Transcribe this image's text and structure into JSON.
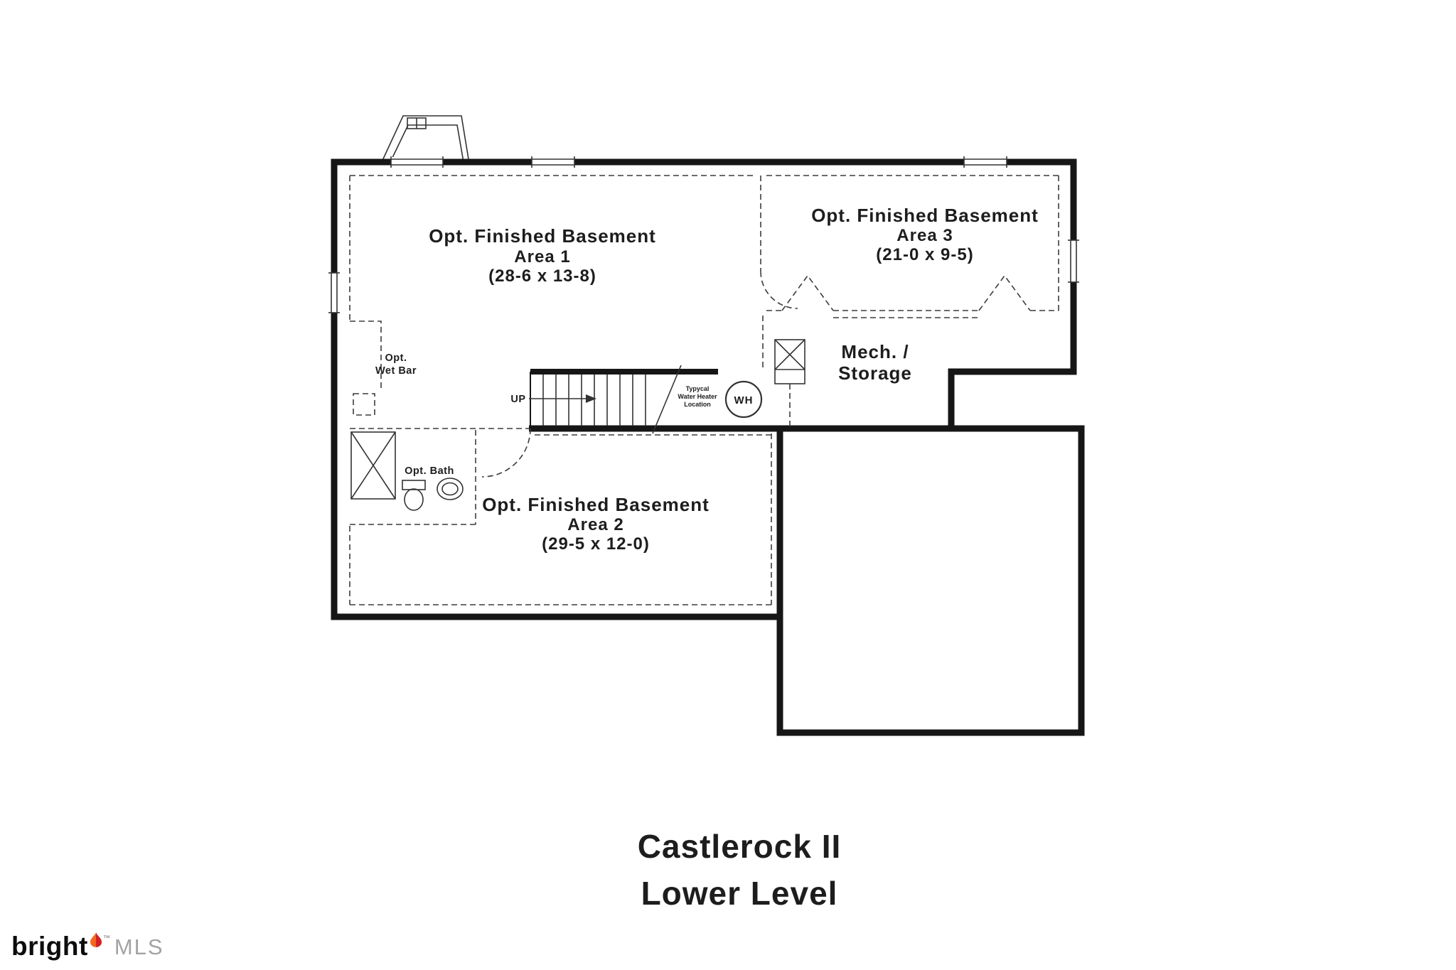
{
  "title": {
    "line1": "Castlerock II",
    "line2": "Lower Level"
  },
  "plan": {
    "area1": {
      "label": "Opt. Finished Basement",
      "name": "Area 1",
      "dims": "(28-6 x 13-8)"
    },
    "area2": {
      "label": "Opt. Finished Basement",
      "name": "Area 2",
      "dims": "(29-5 x 12-0)"
    },
    "area3": {
      "label": "Opt. Finished Basement",
      "name": "Area 3",
      "dims": "(21-0 x 9-5)"
    },
    "mech": {
      "line1": "Mech. /",
      "line2": "Storage"
    },
    "wet_bar": {
      "line1": "Opt.",
      "line2": "Wet Bar"
    },
    "bath": {
      "label": "Opt. Bath"
    },
    "stairs": {
      "up": "UP"
    },
    "water_heater": {
      "abbr": "WH",
      "note1": "Typycal",
      "note2": "Water Heater",
      "note3": "Location"
    }
  },
  "branding": {
    "name": "bright",
    "tm": "™",
    "suffix": "MLS"
  },
  "colors": {
    "wall": "#161616",
    "thin_line": "#333333",
    "dashed_line": "#3c3c3c",
    "text": "#1d1d1d",
    "flame_orange": "#f26822",
    "flame_red": "#d31f26",
    "mls_gray": "#a3a3a3"
  }
}
